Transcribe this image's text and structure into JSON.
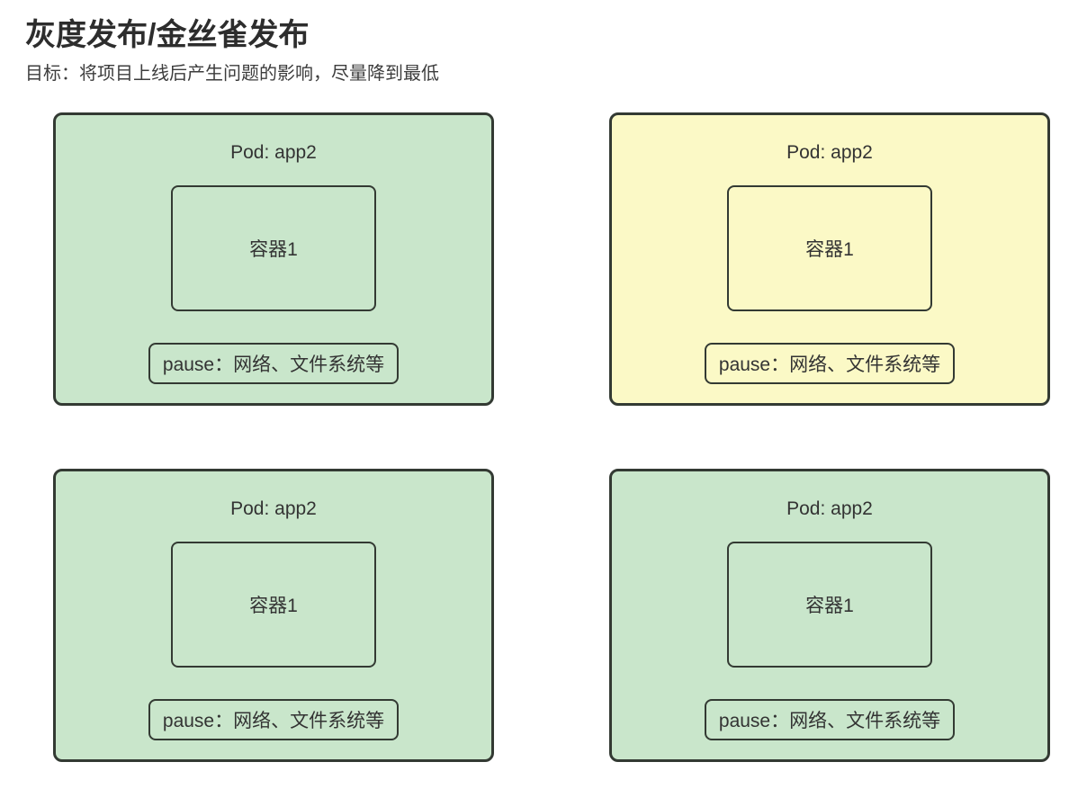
{
  "page": {
    "title": "灰度发布/金丝雀发布",
    "subtitle": "目标：将项目上线后产生问题的影响，尽量降到最低"
  },
  "colors": {
    "background": "#ffffff",
    "border": "#333a33",
    "text": "#333333",
    "green_fill": "#c9e6cb",
    "yellow_fill": "#fbf9c6"
  },
  "pods": [
    {
      "title": "Pod: app2",
      "container_label": "容器1",
      "pause_label": "pause：网络、文件系统等",
      "variant": "green"
    },
    {
      "title": "Pod: app2",
      "container_label": "容器1",
      "pause_label": "pause：网络、文件系统等",
      "variant": "yellow"
    },
    {
      "title": "Pod: app2",
      "container_label": "容器1",
      "pause_label": "pause：网络、文件系统等",
      "variant": "green"
    },
    {
      "title": "Pod: app2",
      "container_label": "容器1",
      "pause_label": "pause：网络、文件系统等",
      "variant": "green"
    }
  ]
}
